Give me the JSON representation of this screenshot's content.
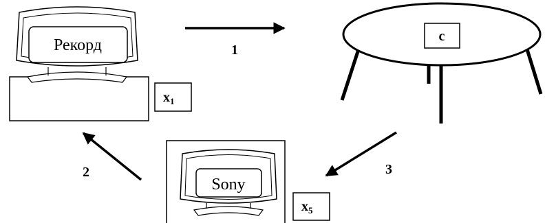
{
  "tv_top": {
    "brand": "Рекорд"
  },
  "tv_bottom": {
    "brand": "Sony"
  },
  "labels": {
    "x1": {
      "base": "x",
      "sub": "1"
    },
    "c": "c",
    "x5": {
      "base": "x",
      "sub": "5"
    }
  },
  "arrows": {
    "a1": "1",
    "a2": "2",
    "a3": "3"
  }
}
